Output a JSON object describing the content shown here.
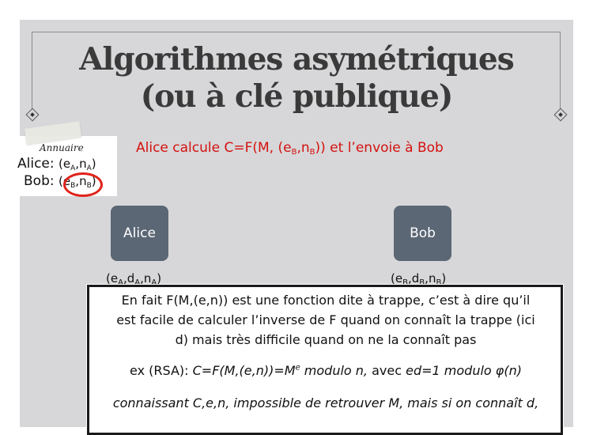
{
  "title": {
    "line1": "Algorithmes asymétriques",
    "line2": "(ou à clé publique)"
  },
  "annuaire": {
    "heading": "Annuaire",
    "alice": {
      "name": "Alice:",
      "key_e": "e",
      "key_e_sub": "A",
      "key_n": "n",
      "key_n_sub": "A"
    },
    "bob": {
      "name": "Bob:",
      "key_e": "e",
      "key_e_sub": "B",
      "key_n": "n",
      "key_n_sub": "B"
    }
  },
  "statement": {
    "prefix": "Alice calcule C=F(M, (e",
    "sub1": "B",
    "mid": ",n",
    "sub2": "B",
    "suffix": ")) et l’envoie à Bob"
  },
  "alice": {
    "label": "Alice",
    "keys": {
      "e": "e",
      "e_sub": "A",
      "d": "d",
      "d_sub": "A",
      "n": "n",
      "n_sub": "A"
    }
  },
  "bob": {
    "label": "Bob",
    "keys": {
      "e": "e",
      "e_sub": "B",
      "d": "d",
      "d_sub": "B",
      "n": "n",
      "n_sub": "B"
    }
  },
  "popup": {
    "para1_line1": "En fait F(M,(e,n)) est une fonction dite à trappe, c’est à dire qu’il",
    "para1_line2": "est facile de calculer l’inverse de F quand on connaît la trappe (ici",
    "para1_line3": "d) mais très difficile quand on ne la connaît pas",
    "rsa_prefix": "ex (RSA): ",
    "rsa_formula": "C=F(M,(e,n))=M",
    "rsa_exp": "e",
    "rsa_modulo": " modulo n,",
    "rsa_avec": " avec ",
    "rsa_ed": "ed=1 modulo φ(n)",
    "last_line": "connaissant C,e,n, impossible de retrouver M, mais si on connaît d,"
  },
  "colors": {
    "slide_bg": "#d7d7d9",
    "accent_red": "#d4120f",
    "person_box": "#5b6775"
  }
}
